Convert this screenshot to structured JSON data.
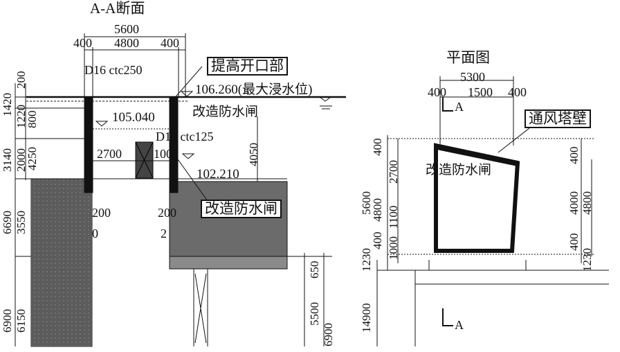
{
  "section_view": {
    "title": "A-A断面",
    "overall_width": "5600",
    "width_parts": [
      "400",
      "4800",
      "400"
    ],
    "rebar_top": "D16 ctc250",
    "rebar_mid": "D16 ctc125",
    "gate_width": "2700",
    "gate_offset": "100",
    "level_max_flood": "106.260(最大浸水位)",
    "level_top": "105.040",
    "level_bottom": "102.210",
    "callout_raise_opening": "提高开口部",
    "label_gate": "改造防水闸",
    "callout_gate": "改造防水闸",
    "wall_left_a": "200",
    "wall_left_b": "0",
    "wall_right_a": "200",
    "wall_right_b": "2",
    "right_height": "4050",
    "left_dims": [
      "1420",
      "1220",
      "200",
      "800",
      "4250",
      "3140",
      "2000",
      "6690",
      "3550",
      "6900",
      "6150"
    ],
    "right_dims": [
      "650",
      "5500",
      "6900"
    ]
  },
  "plan_view": {
    "title": "平面图",
    "overall_width": "5300",
    "width_parts": [
      "400",
      "1500",
      "400"
    ],
    "section_marker": "A",
    "callout_vent": "通风塔壁",
    "label_gate": "改造防水闸",
    "left_dims": [
      "400",
      "5600",
      "4800",
      "2700",
      "1100",
      "1000",
      "400",
      "1230",
      "14900"
    ],
    "right_dims": [
      "400",
      "4000",
      "4800",
      "400",
      "1230"
    ]
  }
}
